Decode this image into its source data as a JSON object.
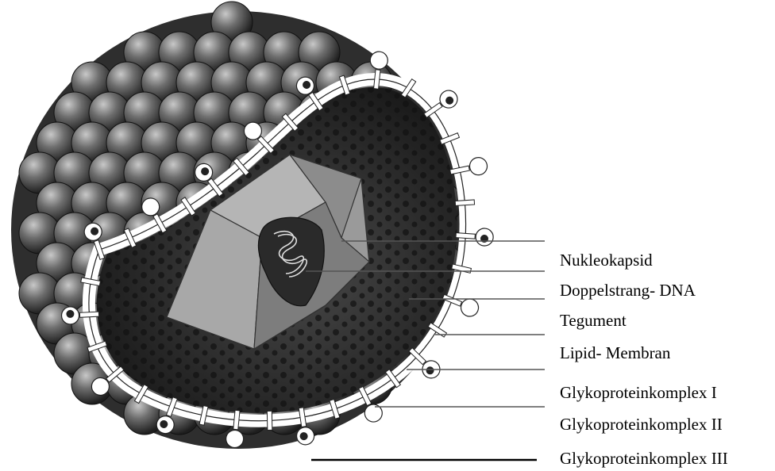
{
  "labels": [
    "Nukleokapsid",
    "Doppelstrang- DNA",
    "Tegument",
    "Lipid- Membran",
    "Glykoproteinkomplex I",
    "Glykoproteinkomplex II",
    "Glykoproteinkomplex III"
  ],
  "colors": {
    "background": "#ffffff",
    "capsomer": "#4a4a4a",
    "membrane": "#ffffff",
    "interior": "#2b2b2b",
    "nucleocapsid": "#8a8a8a",
    "leader": "#555555"
  }
}
